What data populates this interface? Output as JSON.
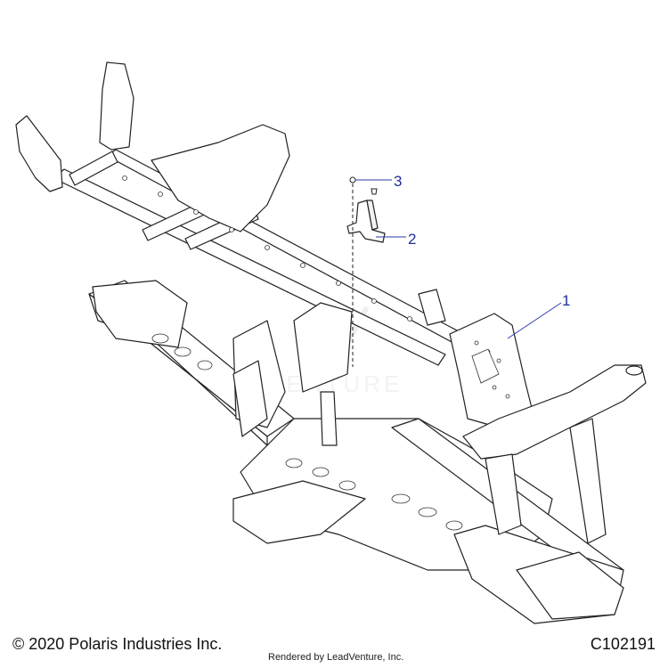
{
  "callouts": [
    {
      "number": "1",
      "part": "frame"
    },
    {
      "number": "2",
      "part": "bracket"
    },
    {
      "number": "3",
      "part": "fastener"
    }
  ],
  "footer": {
    "copyright": "© 2020 Polaris Industries Inc.",
    "rendered_by": "Rendered by LeadVenture, Inc.",
    "drawing_id": "C102191"
  },
  "colors": {
    "line": "#222222",
    "fill": "#ffffff",
    "callout": "#1f2f9a",
    "watermark": "#dcdcdc"
  },
  "icons": {
    "watermark": "leadventure-logo-icon"
  }
}
